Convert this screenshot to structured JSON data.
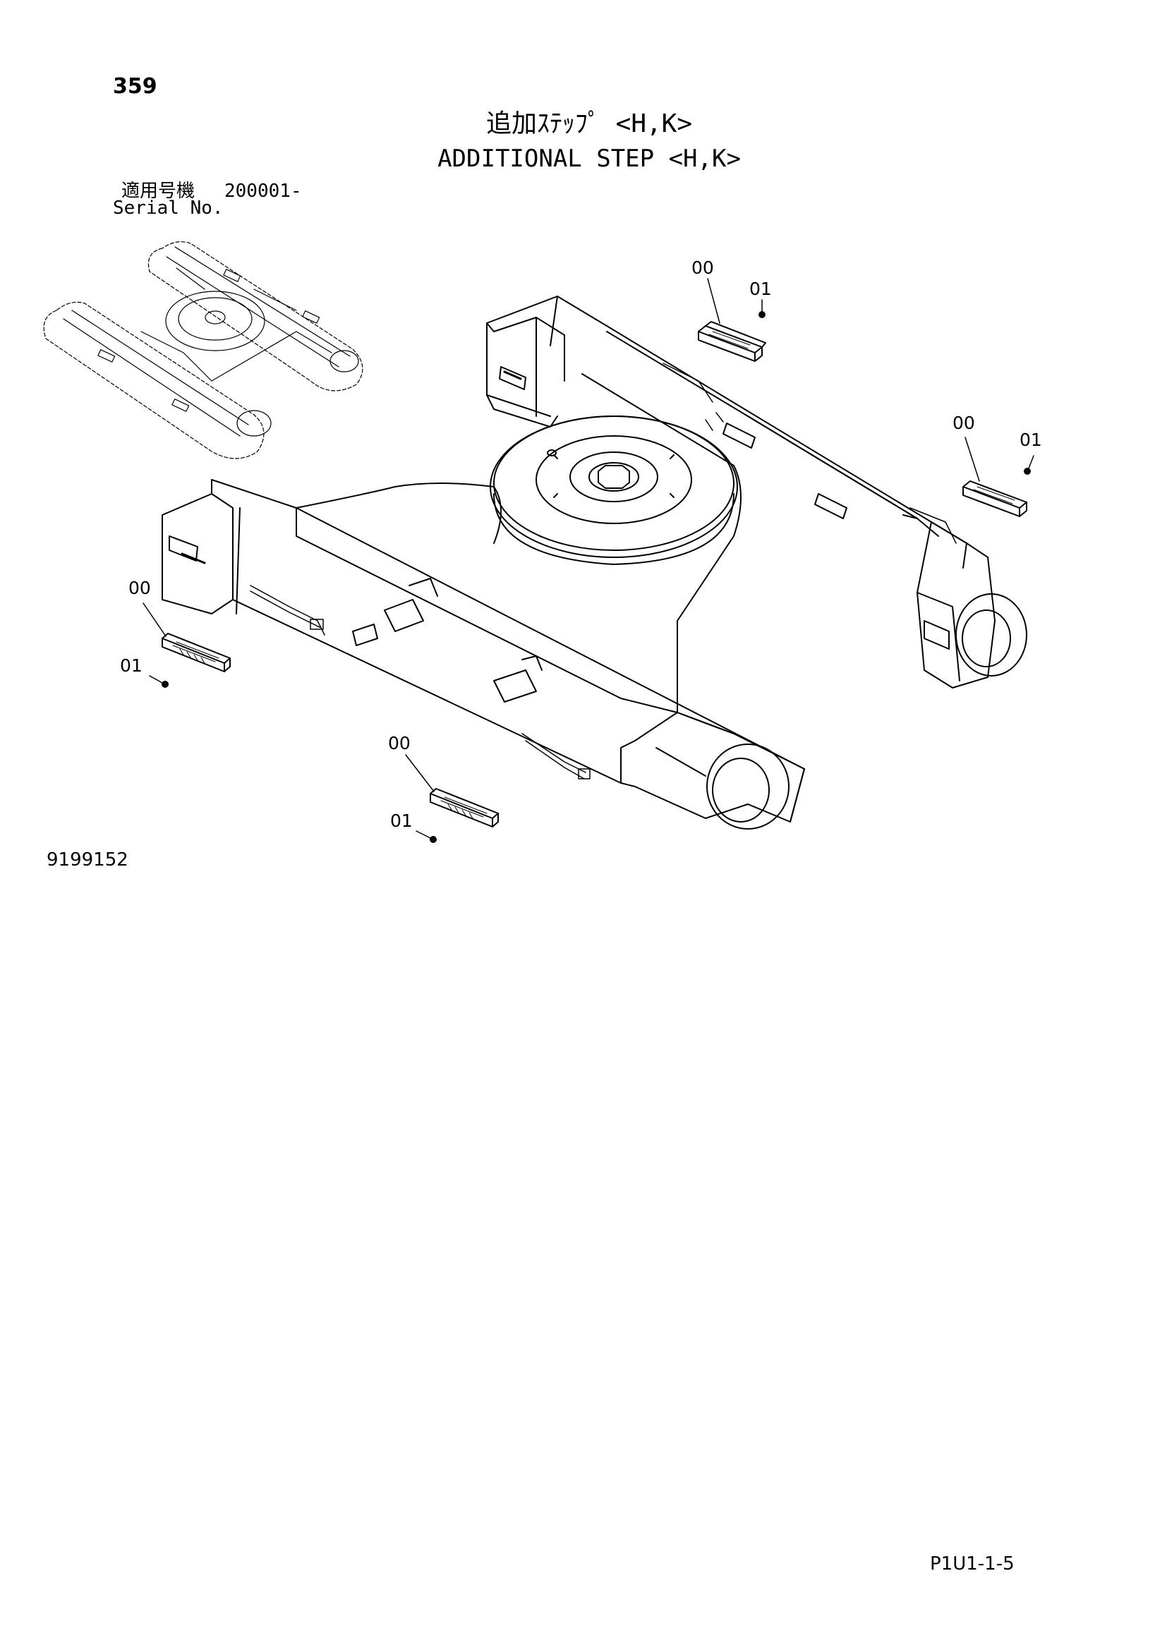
{
  "header": {
    "page_number": "359",
    "title_jp": "追加ｽﾃｯﾌﾟ <H,K>",
    "title_en": "ADDITIONAL STEP <H,K>",
    "serial_label_jp": "適用号機",
    "serial_range": "200001-",
    "serial_label_en": "Serial No."
  },
  "diagram": {
    "callouts": [
      {
        "step": "00",
        "bolt": "01"
      },
      {
        "step": "00",
        "bolt": "01"
      },
      {
        "step": "00",
        "bolt": "01"
      },
      {
        "step": "00",
        "bolt": "01"
      }
    ]
  },
  "footer": {
    "drawing_number": "9199152",
    "page_code": "P1U1-1-5"
  }
}
